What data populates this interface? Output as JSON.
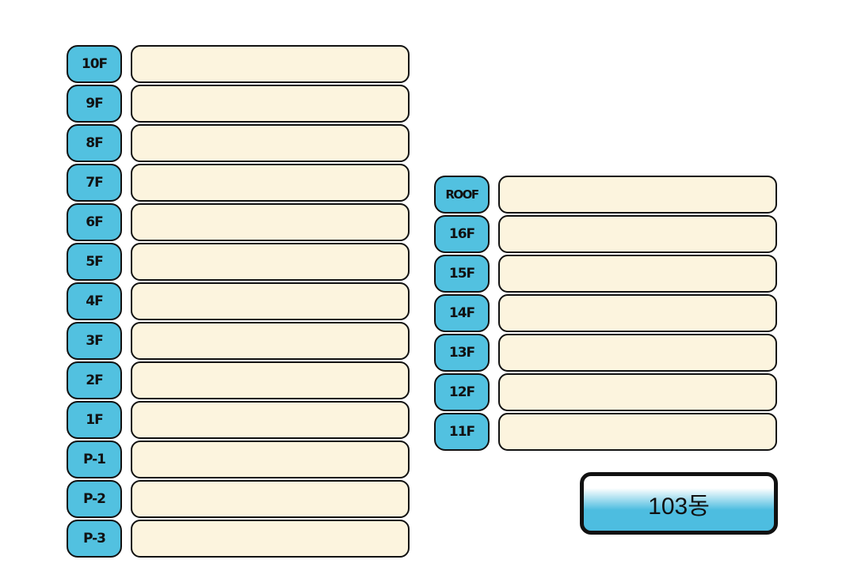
{
  "left_column": {
    "floors": [
      {
        "label": "10F",
        "value": ""
      },
      {
        "label": "9F",
        "value": ""
      },
      {
        "label": "8F",
        "value": ""
      },
      {
        "label": "7F",
        "value": ""
      },
      {
        "label": "6F",
        "value": ""
      },
      {
        "label": "5F",
        "value": ""
      },
      {
        "label": "4F",
        "value": ""
      },
      {
        "label": "3F",
        "value": ""
      },
      {
        "label": "2F",
        "value": ""
      },
      {
        "label": "1F",
        "value": ""
      },
      {
        "label": "P-1",
        "value": ""
      },
      {
        "label": "P-2",
        "value": ""
      },
      {
        "label": "P-3",
        "value": ""
      }
    ]
  },
  "right_column": {
    "floors": [
      {
        "label": "ROOF",
        "value": ""
      },
      {
        "label": "16F",
        "value": ""
      },
      {
        "label": "15F",
        "value": ""
      },
      {
        "label": "14F",
        "value": ""
      },
      {
        "label": "13F",
        "value": ""
      },
      {
        "label": "12F",
        "value": ""
      },
      {
        "label": "11F",
        "value": ""
      }
    ]
  },
  "building_button": {
    "label": "103동"
  },
  "colors": {
    "label_fill": "#52c1e0",
    "bar_fill": "#fcf4de",
    "outline": "#111111"
  }
}
